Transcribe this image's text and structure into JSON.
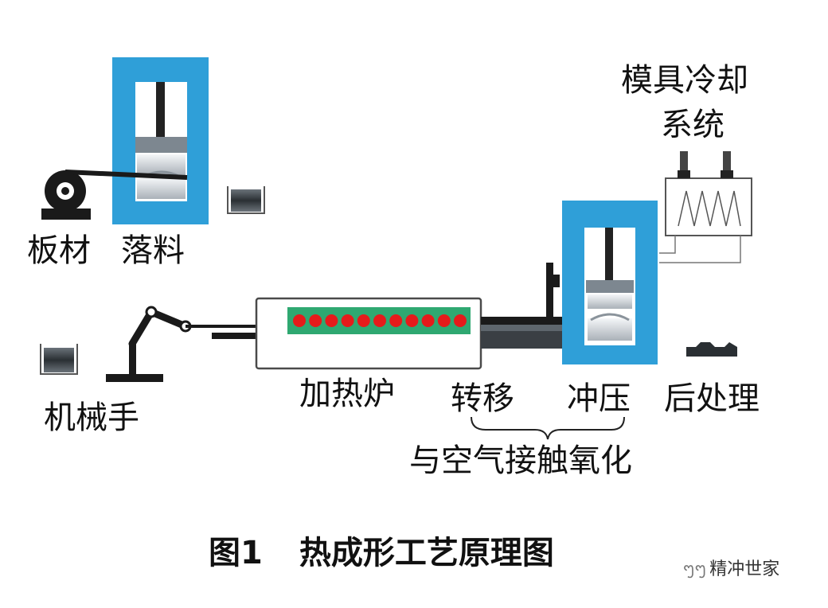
{
  "labels": {
    "sheet": "板材",
    "blanking": "落料",
    "robot": "机械手",
    "furnace": "加热炉",
    "transfer": "转移",
    "stamping": "冲压",
    "post_process": "后处理",
    "die_cooling": "模具冷却",
    "die_cooling_2": "系统",
    "oxidation": "与空气接触氧化"
  },
  "caption": {
    "number": "图1",
    "title": "热成形工艺原理图"
  },
  "watermark": "精冲世家",
  "colors": {
    "press_blue": "#2f9fd8",
    "furnace_bar": "#2fa871",
    "blank_red": "#e51b1b",
    "steel_dark": "#1d1d1d",
    "die_gray": "#9aa2aa"
  },
  "furnace_blank_count": 11
}
